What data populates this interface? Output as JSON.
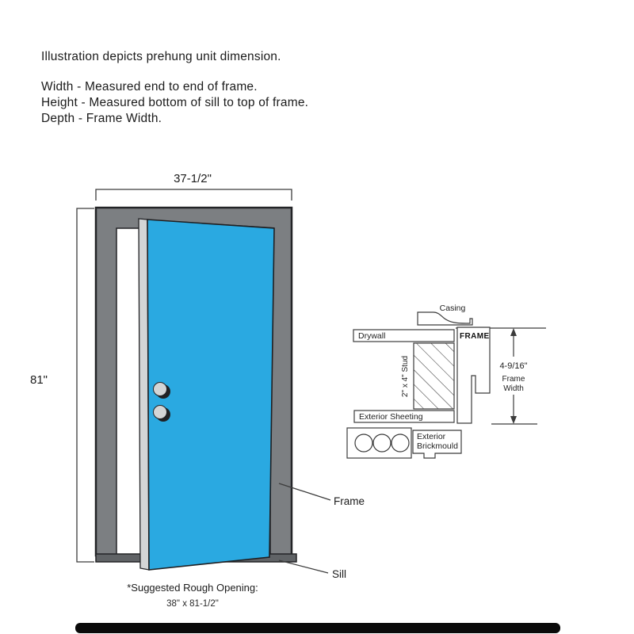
{
  "colors": {
    "door_blue": "#2AA9E1",
    "frame_gray": "#7C7F82",
    "edge_gray": "#D3D5D6",
    "sill_gray": "#606366",
    "shadow_dark": "#202124",
    "line_dark": "#3C3C3C",
    "progress_bar": "#0A0A0A"
  },
  "intro": {
    "line1": "Illustration depicts prehung unit dimension.",
    "width_line": "Width - Measured end to end of frame.",
    "height_line": "Height - Measured bottom of sill to top of frame.",
    "depth_line": "Depth - Frame Width."
  },
  "door_diagram": {
    "width_dim": "37-1/2\"",
    "height_dim": "81\"",
    "frame_label": "Frame",
    "sill_label": "Sill",
    "rough_opening_title": "*Suggested Rough Opening:",
    "rough_opening_size": "38\" x 81-1/2\""
  },
  "cross_section": {
    "casing": "Casing",
    "drywall": "Drywall",
    "frame": "FRAME",
    "stud": "2\" x 4\"  Stud",
    "depth_dim": "4-9/16\"",
    "depth_label_line1": "Frame",
    "depth_label_line2": "Width",
    "sheeting": "Exterior Sheeting",
    "brickmould_line1": "Exterior",
    "brickmould_line2": "Brickmould"
  }
}
